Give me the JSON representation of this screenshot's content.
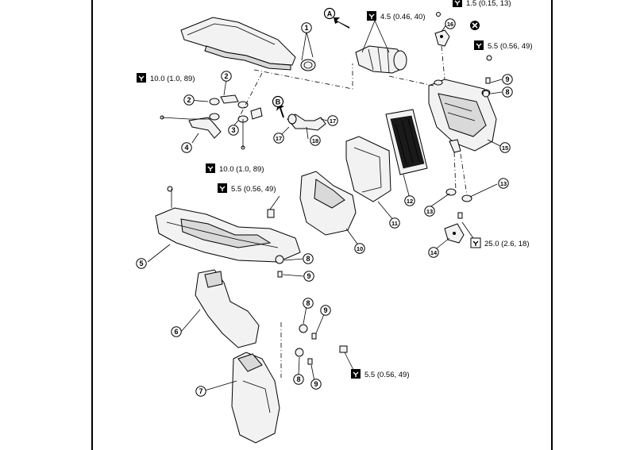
{
  "callout_labels": [
    "1",
    "2",
    "3",
    "4",
    "5",
    "6",
    "7",
    "8",
    "9",
    "10",
    "11",
    "12",
    "13",
    "14",
    "15",
    "16",
    "17",
    "18"
  ],
  "reference_labels": {
    "a": "A",
    "b": "B"
  },
  "torque_specs": {
    "t1": "1.5 (0.15, 13)",
    "t2": "4.5 (0.46, 40)",
    "t3": "5.5 (0.56, 49)",
    "t4": "10.0 (1.0, 89)",
    "t5": "10.0 (1.0, 89)",
    "t6": "5.5 (0.56, 49)",
    "t7": "25.0 (2.6, 18)",
    "t8": "5.5 (0.56, 49)"
  },
  "icons": {
    "torque": "torque-wrench-icon",
    "do_not_reuse": "do-not-reuse-icon",
    "front_arrow": "front-arrow-icon"
  },
  "colors": {
    "line": "#000000",
    "part_fill": "#f2f2f2",
    "background": "#ffffff"
  }
}
